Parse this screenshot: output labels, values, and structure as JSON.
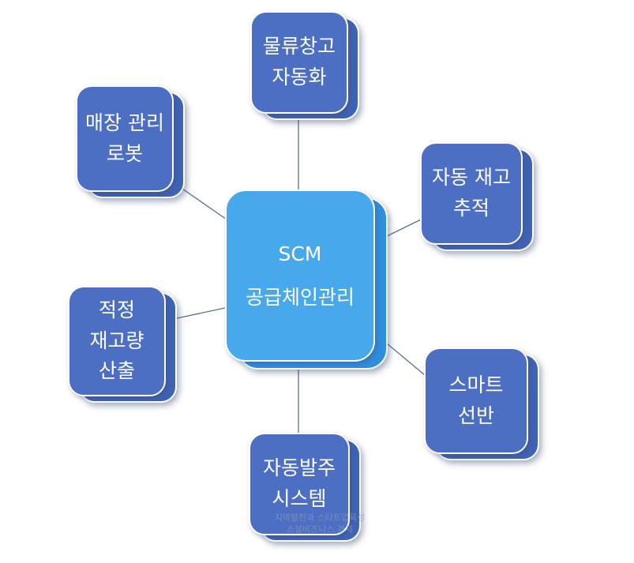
{
  "center": {
    "line1": "SCM",
    "line2": "공급체인관리"
  },
  "nodes": {
    "top": [
      "물류창고",
      "자동화"
    ],
    "top_left": [
      "매장 관리",
      "로봇"
    ],
    "right_upper": [
      "자동 재고",
      "추적"
    ],
    "left_lower": [
      "적정",
      "재고량",
      "산출"
    ],
    "right_lower": [
      "스마트",
      "선반"
    ],
    "bottom": [
      "자동발주",
      "시스템"
    ]
  },
  "watermark": {
    "line1": "지역발전과 스타트업육성",
    "line2": "소셜비즈니스 경제"
  },
  "colors": {
    "node_blue": "#4c6fc4",
    "center_blue": "#47a8ec",
    "connector": "#5a6f9c"
  }
}
